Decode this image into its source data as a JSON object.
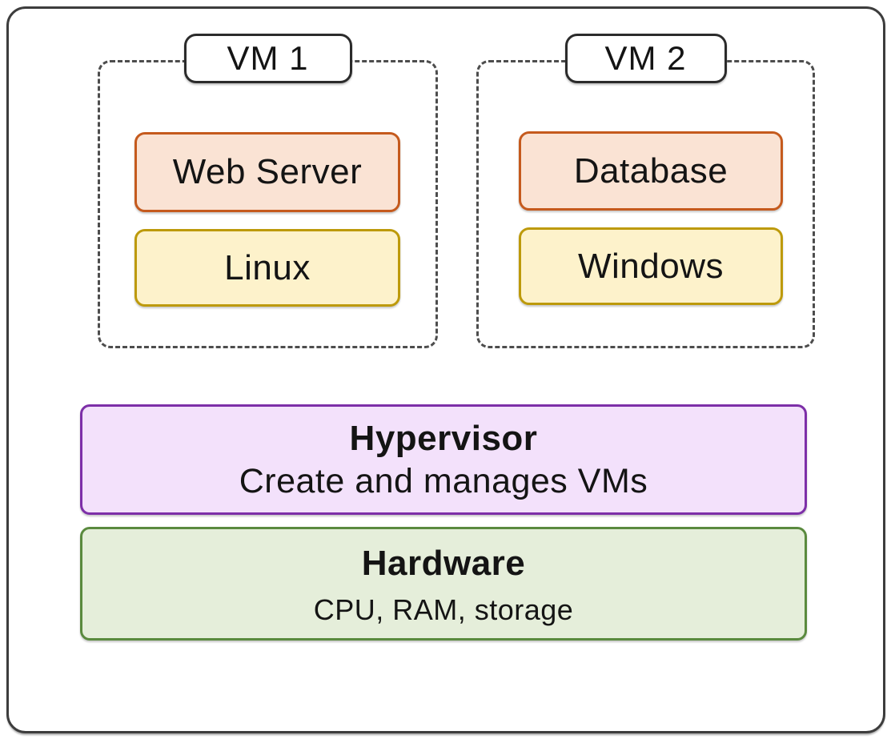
{
  "diagram": {
    "vms": [
      {
        "label": "VM 1",
        "components": [
          {
            "label": "Web Server",
            "kind": "application"
          },
          {
            "label": "Linux",
            "kind": "operating-system"
          }
        ]
      },
      {
        "label": "VM 2",
        "components": [
          {
            "label": "Database",
            "kind": "application"
          },
          {
            "label": "Windows",
            "kind": "operating-system"
          }
        ]
      }
    ],
    "layers": [
      {
        "title": "Hypervisor",
        "subtitle": "Create and manages VMs"
      },
      {
        "title": "Hardware",
        "subtitle": "CPU, RAM, storage"
      }
    ],
    "colors": {
      "application_fill": "#fae3d4",
      "application_border": "#c55a1d",
      "os_fill": "#fdf2cb",
      "os_border": "#bd9a0b",
      "hypervisor_fill": "#f3e1fb",
      "hypervisor_border": "#7d2fa8",
      "hardware_fill": "#e5eeda",
      "hardware_border": "#5a8a3e",
      "frame_border": "#3d3d3d",
      "vm_boundary_dashed": "#4d4d4d",
      "vm_label_border": "#2b2b2b",
      "text": "#141414",
      "background": "#ffffff"
    }
  }
}
